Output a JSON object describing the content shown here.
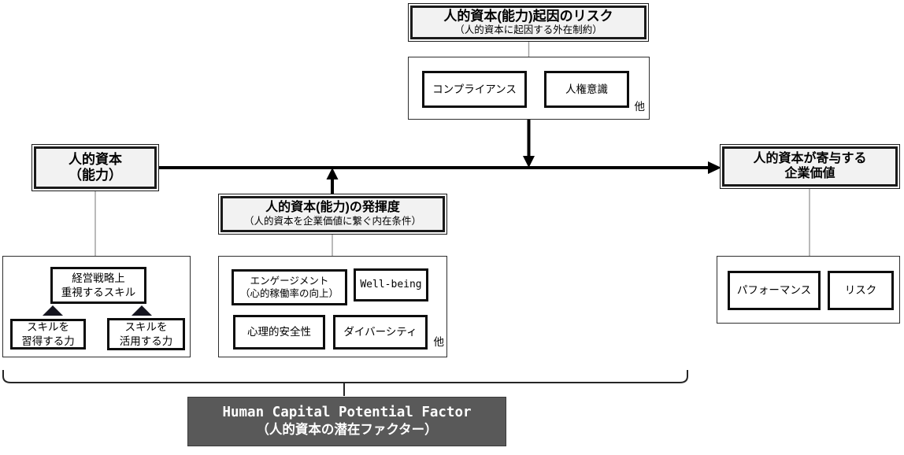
{
  "colors": {
    "box_fill": "#f2f2f2",
    "footer_fill": "#595959",
    "footer_text": "#ffffff",
    "line": "#000000",
    "connector": "#9c9c9c"
  },
  "risk": {
    "title": "人的資本(能力)起因のリスク",
    "subtitle": "（人的資本に起因する外在制約）",
    "items": [
      "コンプライアンス",
      "人権意識"
    ],
    "more": "他"
  },
  "capital": {
    "line1": "人的資本",
    "line2": "（能力）"
  },
  "value": {
    "line1": "人的資本が寄与する",
    "line2": "企業価値"
  },
  "leverage": {
    "title": "人的資本(能力)の発揮度",
    "subtitle": "（人的資本を企業価値に繋ぐ内在条件）"
  },
  "skills": {
    "strategy": {
      "line1": "経営戦略上",
      "line2": "重視するスキル"
    },
    "acquire": {
      "line1": "スキルを",
      "line2": "習得する力"
    },
    "utilize": {
      "line1": "スキルを",
      "line2": "活用する力"
    }
  },
  "drivers": {
    "engagement": {
      "line1": "エンゲージメント",
      "line2": "（心的稼働率の向上）"
    },
    "wellbeing": "Well-being",
    "psych_safety": "心理的安全性",
    "diversity": "ダイバーシティ",
    "more": "他"
  },
  "outcomes": {
    "performance": "パフォーマンス",
    "risk": "リスク"
  },
  "footer": {
    "line1": "Human Capital Potential Factor",
    "line2": "（人的資本の潜在ファクター）"
  }
}
